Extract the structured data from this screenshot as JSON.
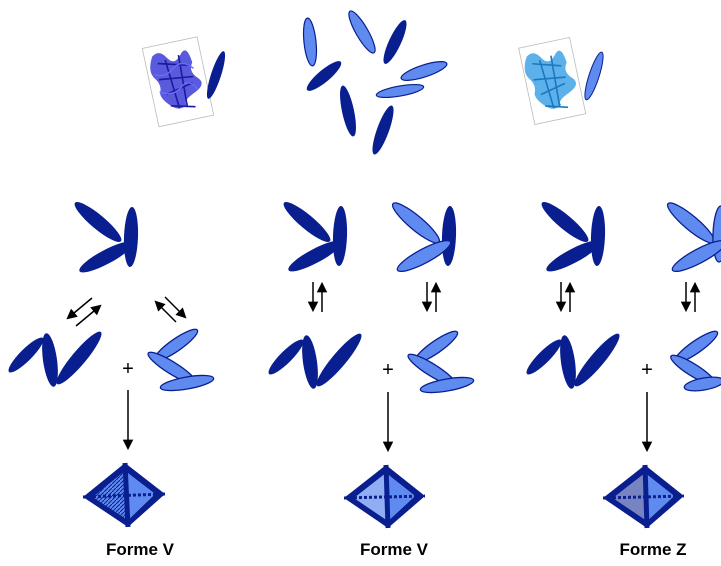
{
  "colors": {
    "dark": "#0a1f8f",
    "light": "#5f8bf0",
    "crystal_left": "#3d3dd6",
    "crystal_right": "#3fa3e8",
    "arrow": "#000000"
  },
  "panels": [
    {
      "caption": "Forme V",
      "crystal_icon": "crystal-structure-blue-icon",
      "triangle_style": "dark",
      "s_left_style": "dark",
      "s_right_style": "light",
      "equilibrium_arrows": "diagonal",
      "plus": "+",
      "product": "tetrahedral-assembly"
    },
    {
      "caption": "Forme V",
      "crystal_icon": "monomer-cloud-icon",
      "triangle_style": "mixed",
      "s_left_style": "dark",
      "s_right_style": "light",
      "equilibrium_arrows": "vertical",
      "plus": "+",
      "product": "tetrahedral-assembly"
    },
    {
      "caption": "Forme Z",
      "crystal_icon": "crystal-structure-cyan-icon",
      "triangle_style": "mixed",
      "s_left_style": "dark",
      "s_right_style": "light",
      "equilibrium_arrows": "vertical",
      "plus": "+",
      "product": "tetrahedral-assembly"
    }
  ]
}
